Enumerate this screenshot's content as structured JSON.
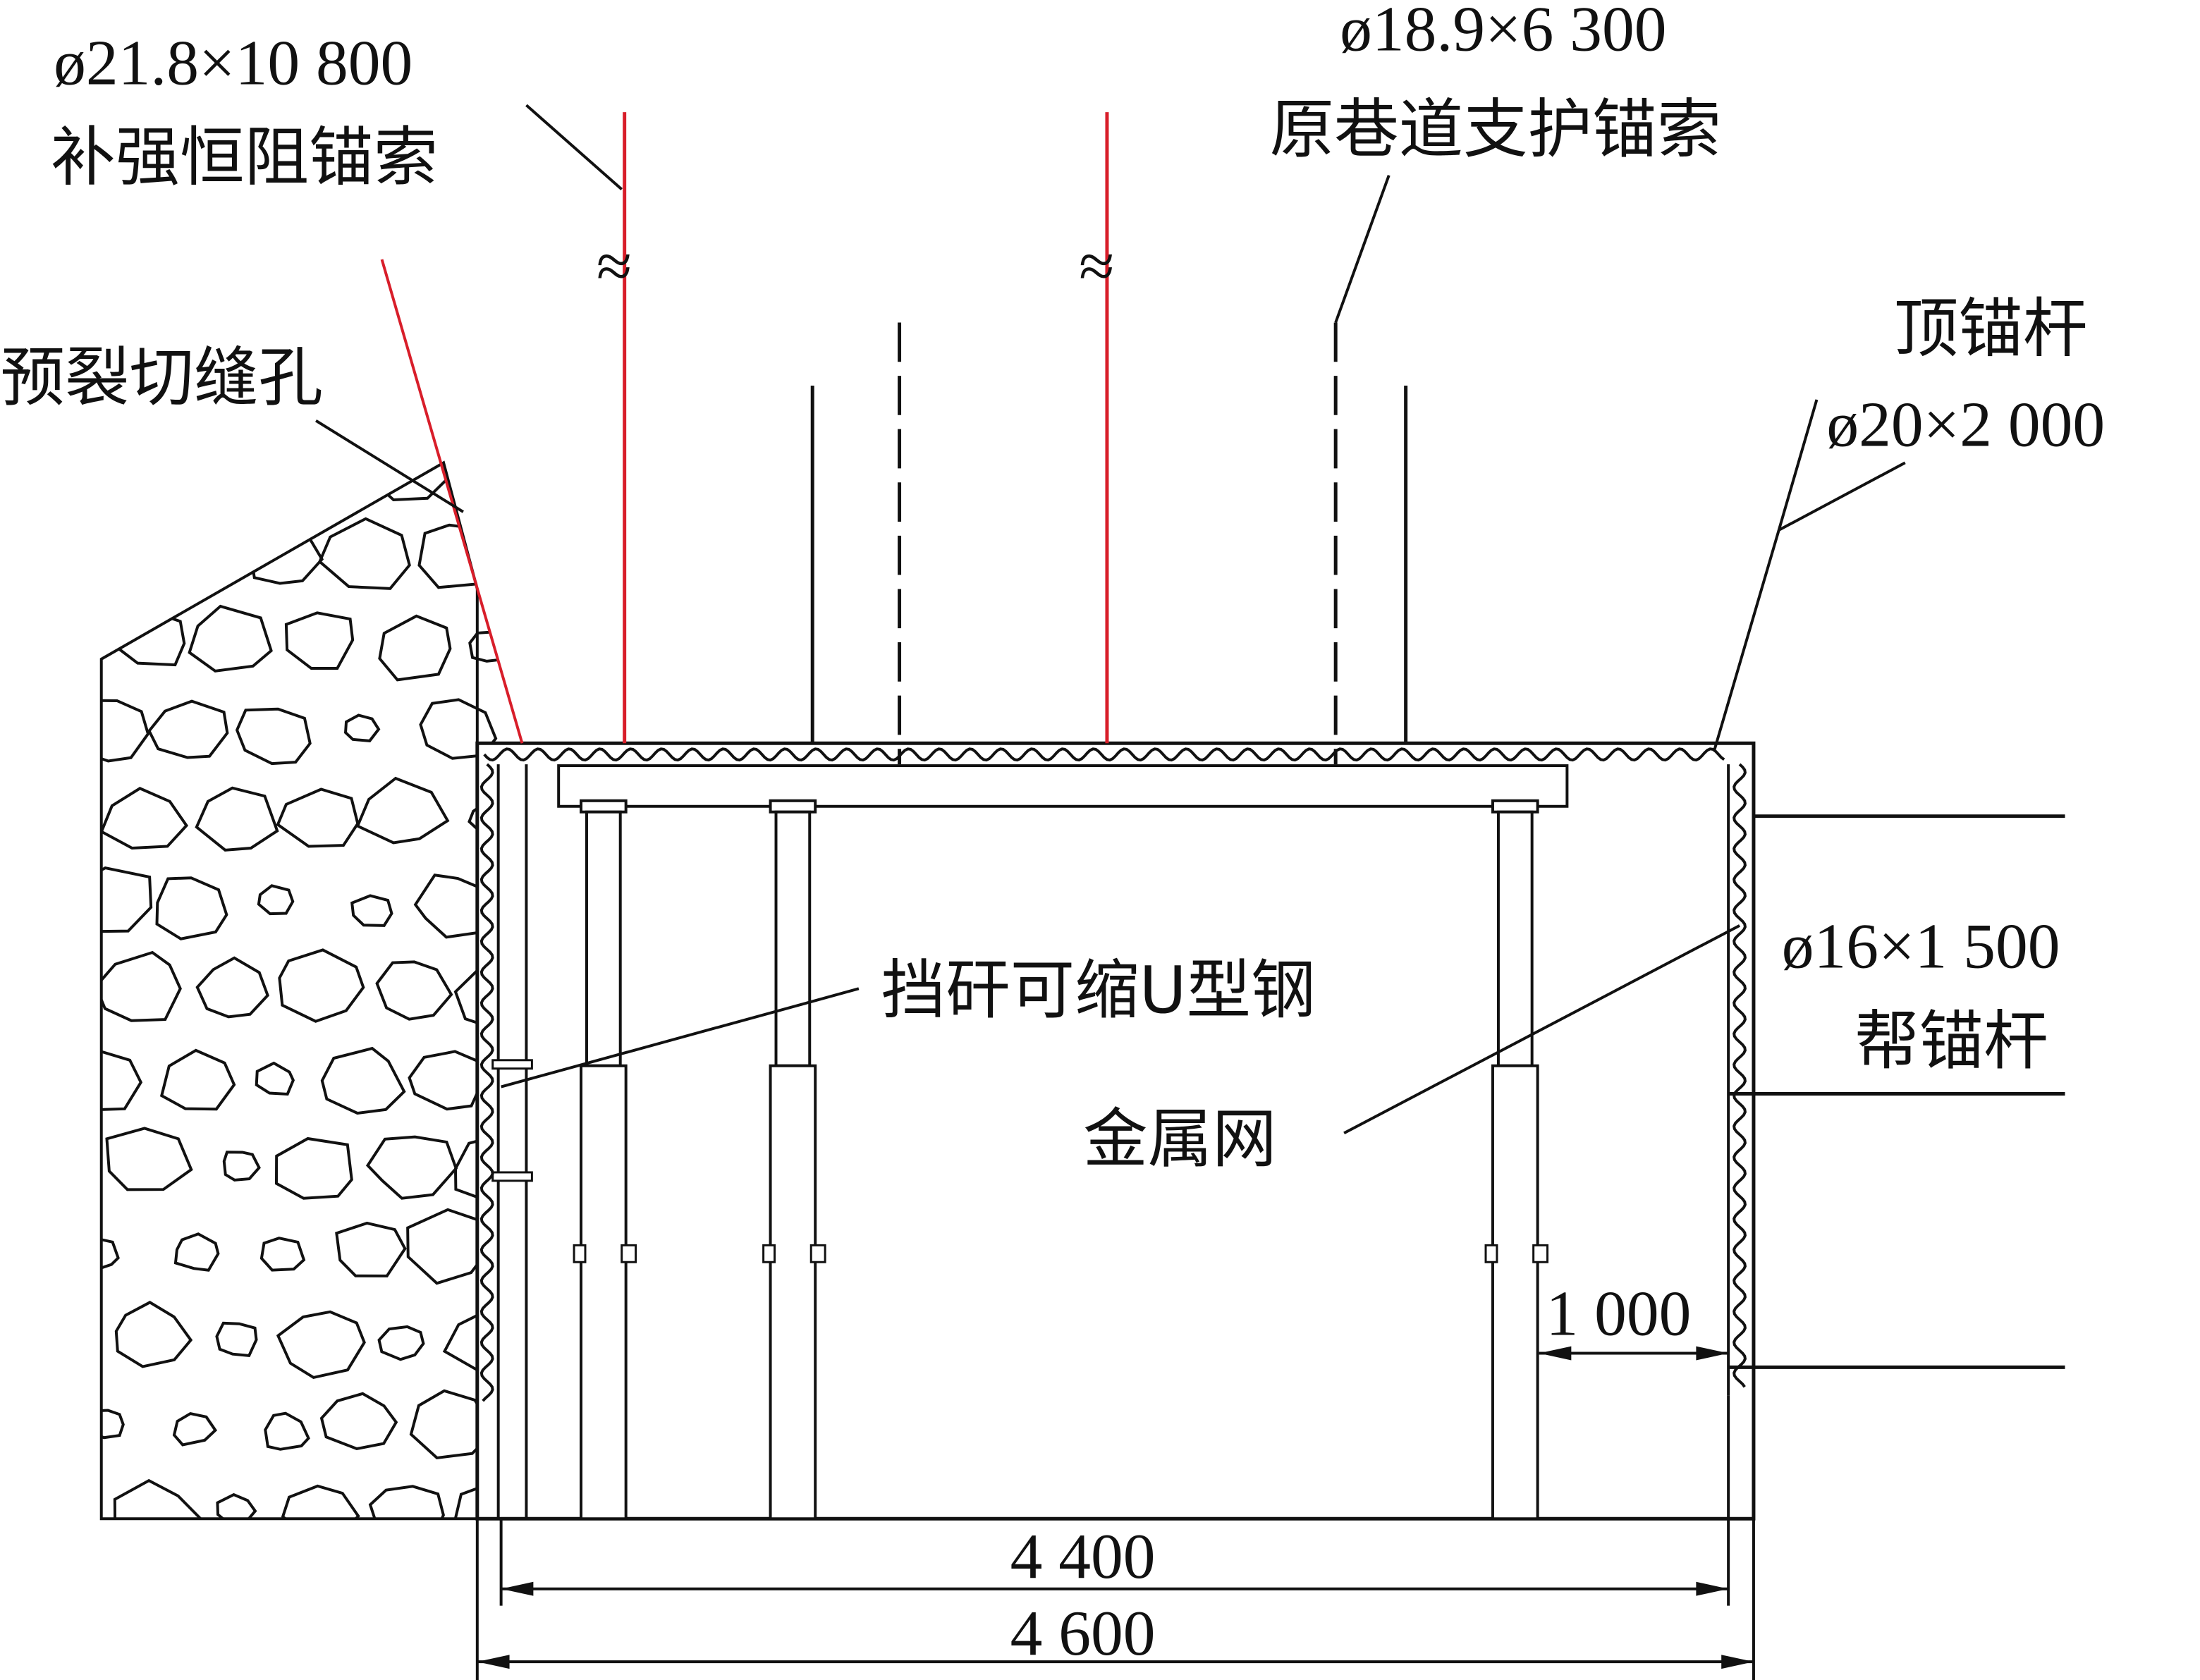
{
  "labels": {
    "reinforce_cable_spec": "ø21.8×10 800",
    "reinforce_cable": "补强恒阻锚索",
    "orig_cable_spec": "ø18.9×6 300",
    "orig_cable": "原巷道支护锚索",
    "presplit_hole": "预裂切缝孔",
    "roof_bolt": "顶锚杆",
    "roof_bolt_spec": "ø20×2 000",
    "u_steel": "挡矸可缩U型钢",
    "side_bolt_spec": "ø16×1 500",
    "side_bolt": "帮锚杆",
    "mesh": "金属网",
    "dim_1000": "1 000",
    "dim_4400": "4 400",
    "dim_4600": "4 600",
    "break_symbol": "≈"
  },
  "colors": {
    "cable": "#d81e2a",
    "line": "#111111"
  }
}
